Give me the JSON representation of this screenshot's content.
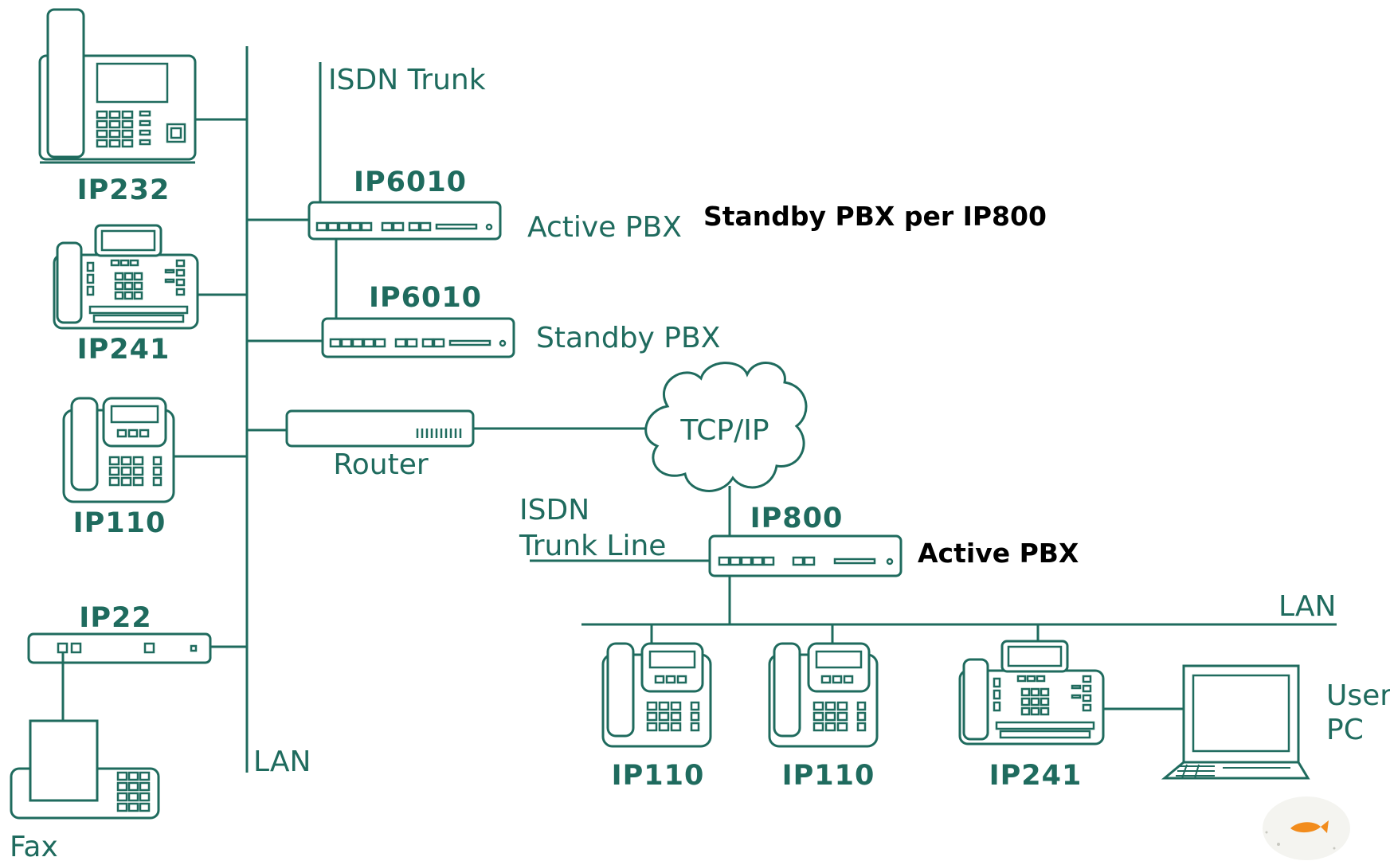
{
  "devices": {
    "ip232_left": "IP232",
    "ip241_left": "IP241",
    "ip110_left": "IP110",
    "ip22": "IP22",
    "ip6010_active": "IP6010",
    "ip6010_standby": "IP6010",
    "ip800": "IP800",
    "ip110_bottom_a": "IP110",
    "ip110_bottom_b": "IP110",
    "ip241_bottom": "IP241"
  },
  "labels": {
    "isdn_trunk": "ISDN Trunk",
    "active_pbx_top": "Active PBX",
    "standby_pbx": "Standby PBX",
    "router": "Router",
    "cloud": "TCP/IP",
    "isdn_line_1": "ISDN",
    "isdn_line_2": "Trunk Line",
    "active_pbx_bottom": "Active PBX",
    "lan_left": "LAN",
    "lan_right": "LAN",
    "fax": "Fax",
    "user_pc_1": "User",
    "user_pc_2": "PC"
  },
  "heading": "Standby PBX per IP800",
  "colors": {
    "line": "#1f6b5e",
    "heading": "#000000"
  }
}
